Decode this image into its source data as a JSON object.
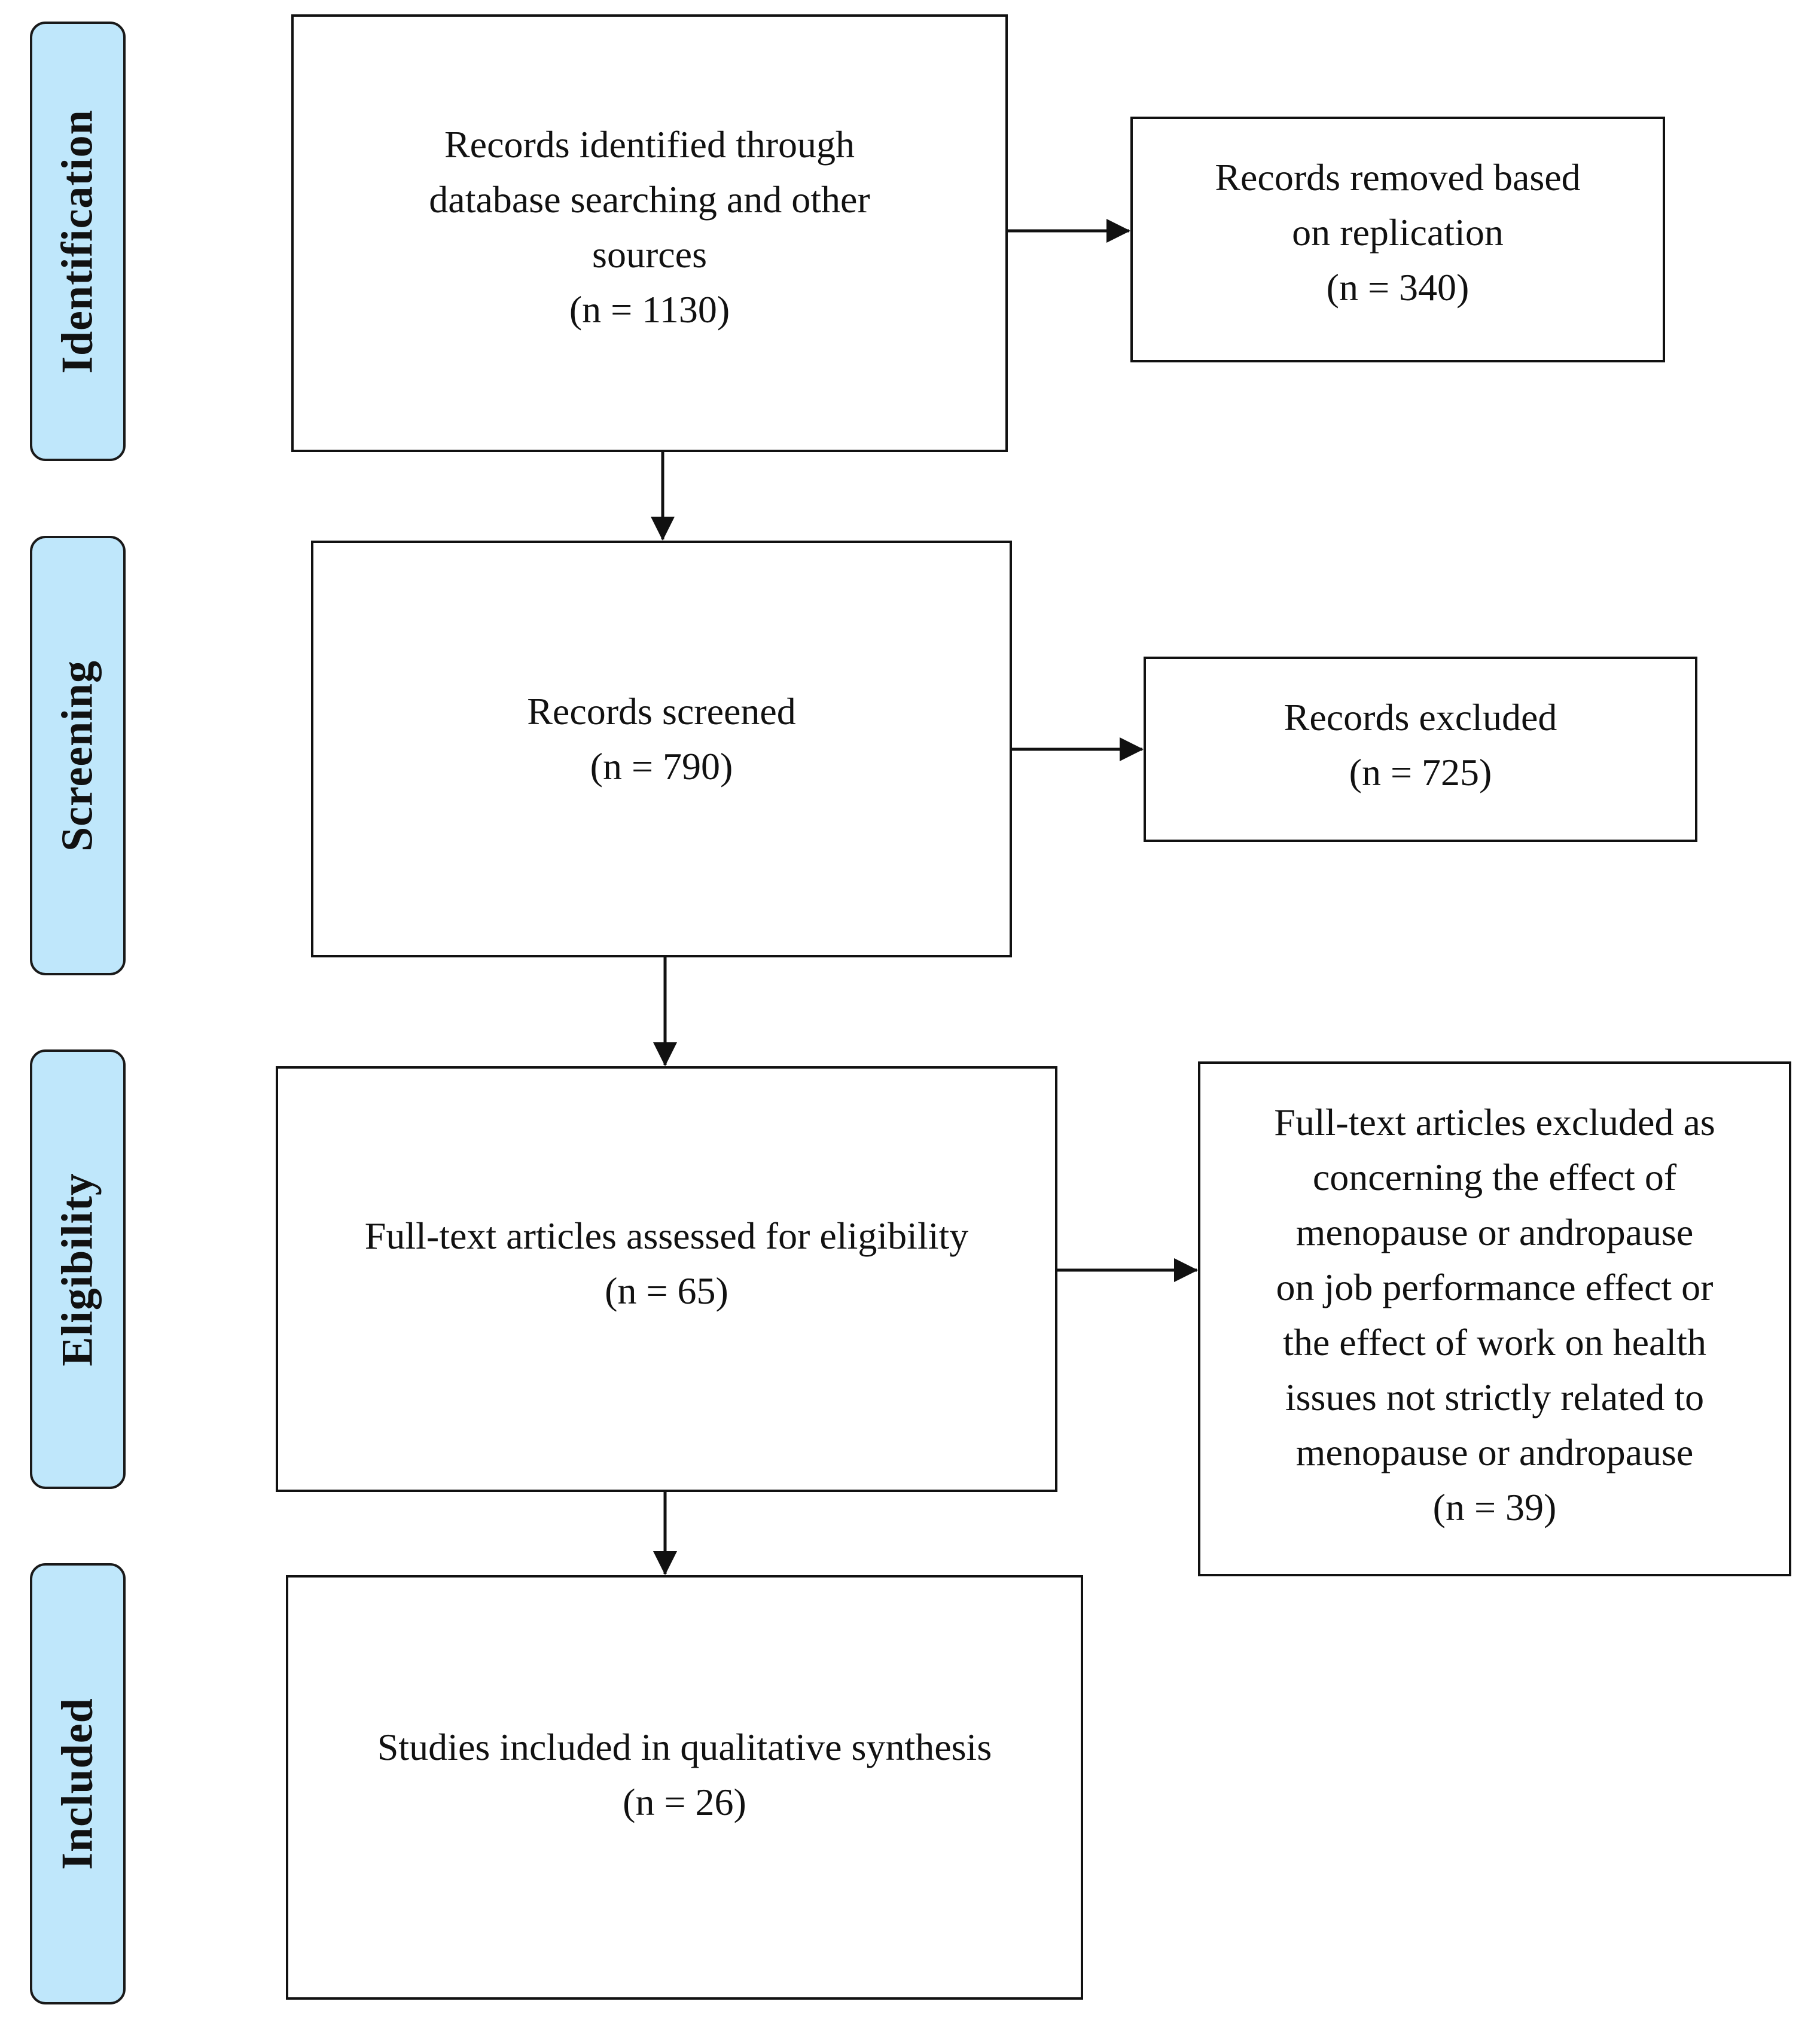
{
  "stages": {
    "identification": "Identification",
    "screening": "Screening",
    "eligibility": "Eligibility",
    "included": "Included"
  },
  "boxes": {
    "identified": {
      "lines": [
        "Records identified through",
        "database searching and other",
        "sources"
      ],
      "count": "(n = 1130)"
    },
    "removed": {
      "lines": [
        "Records removed based",
        "on replication"
      ],
      "count": "(n = 340)"
    },
    "screened": {
      "lines": [
        "Records screened"
      ],
      "count": "(n = 790)"
    },
    "excluded": {
      "lines": [
        "Records excluded"
      ],
      "count": "(n = 725)"
    },
    "assessed": {
      "lines": [
        "Full-text articles assessed for eligibility"
      ],
      "count": "(n = 65)"
    },
    "fulltext_excluded": {
      "lines": [
        "Full-text articles excluded as",
        "concerning the effect of",
        "menopause or andropause",
        "on job performance effect or",
        "the effect of work on health",
        "issues not strictly related to",
        "menopause or andropause"
      ],
      "count": "(n = 39)"
    },
    "included": {
      "lines": [
        "Studies included in qualitative synthesis"
      ],
      "count": "(n = 26)"
    }
  },
  "colors": {
    "stage_fill": "#bfe7fb",
    "stroke": "#111111"
  }
}
